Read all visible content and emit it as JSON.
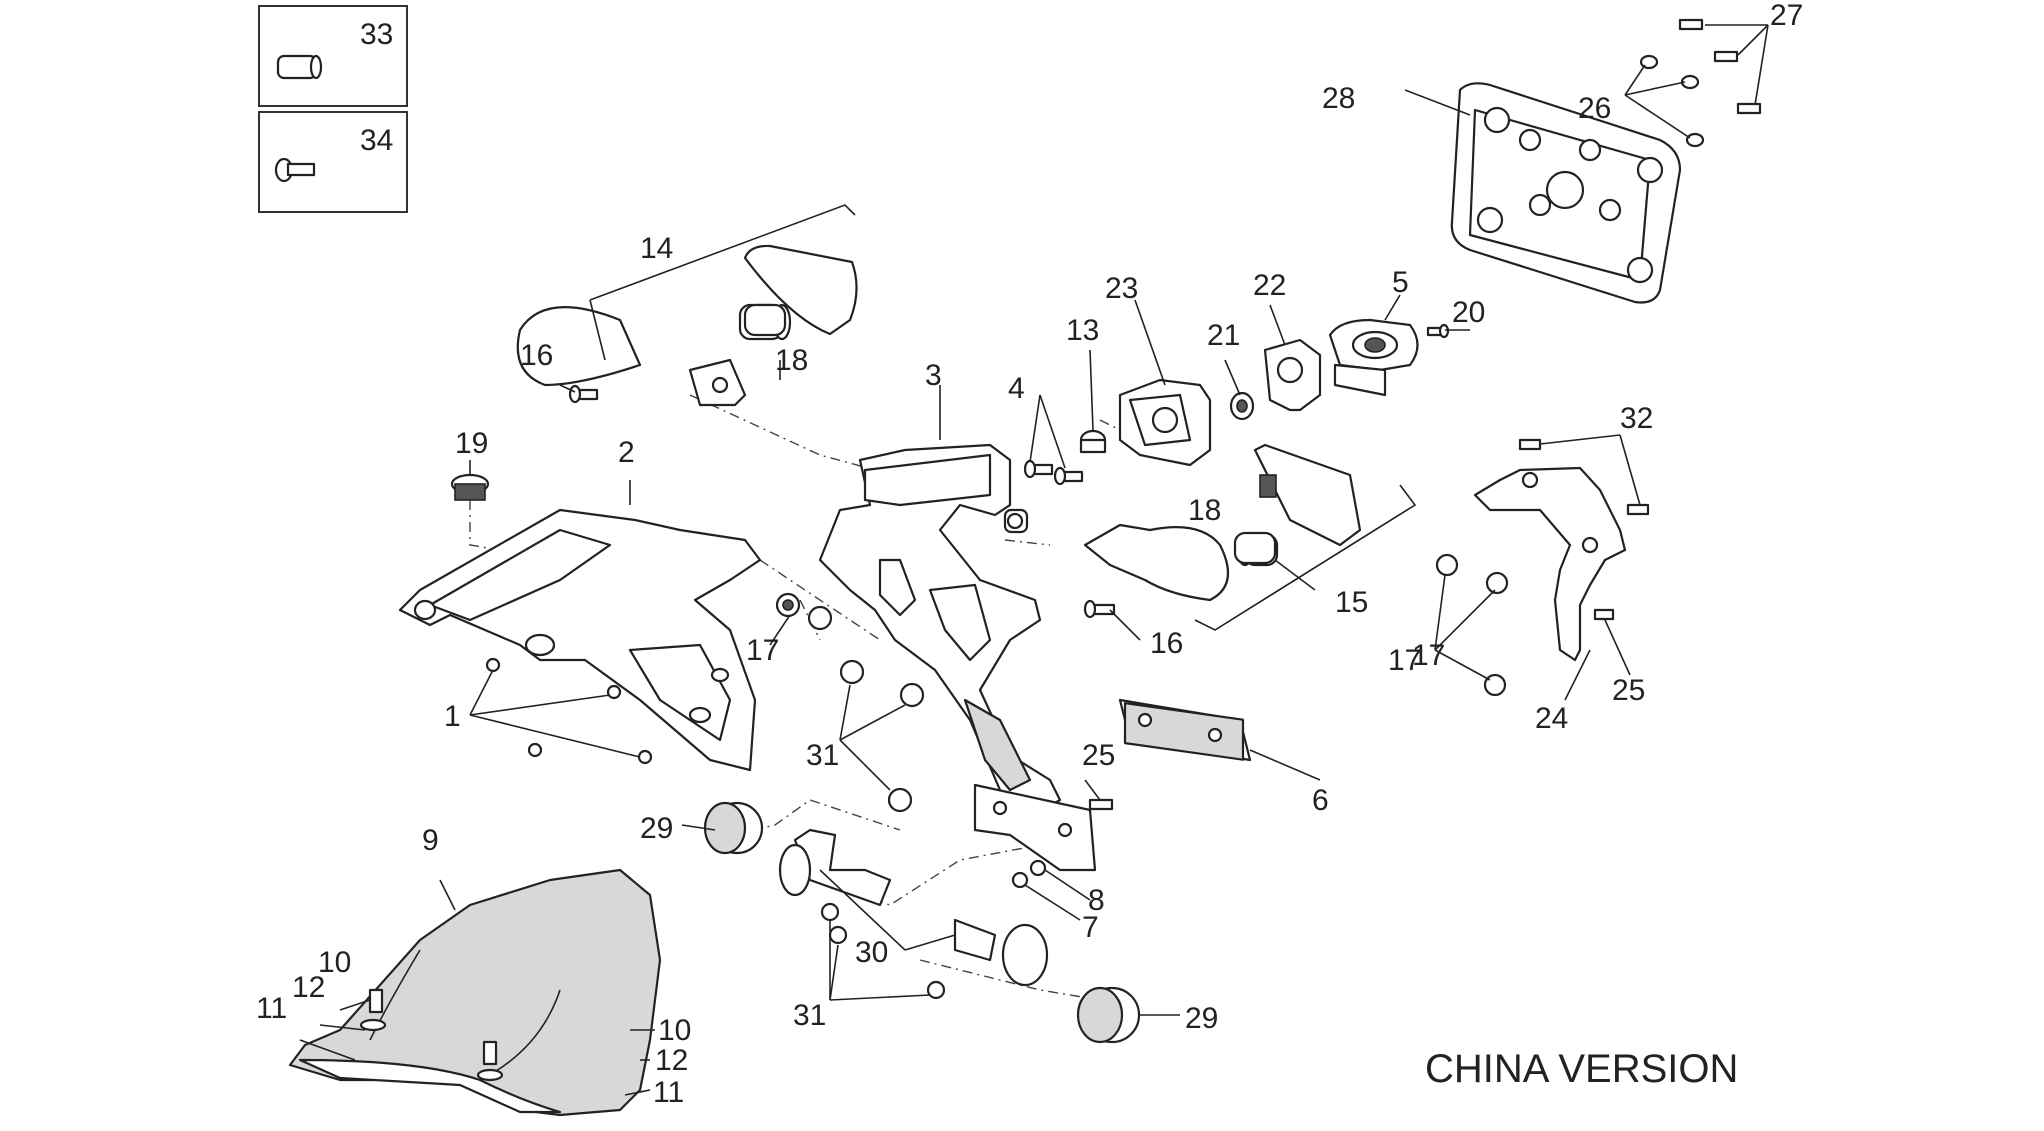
{
  "caption": "CHINA VERSION",
  "inset_labels": [
    "33",
    "34"
  ],
  "callouts": [
    "1",
    "2",
    "3",
    "4",
    "5",
    "6",
    "7",
    "8",
    "9",
    "10",
    "10",
    "11",
    "11",
    "12",
    "12",
    "13",
    "14",
    "15",
    "16",
    "16",
    "17",
    "17",
    "17",
    "18",
    "18",
    "19",
    "20",
    "21",
    "22",
    "23",
    "24",
    "25",
    "25",
    "26",
    "27",
    "28",
    "29",
    "29",
    "30",
    "31",
    "31",
    "32"
  ]
}
